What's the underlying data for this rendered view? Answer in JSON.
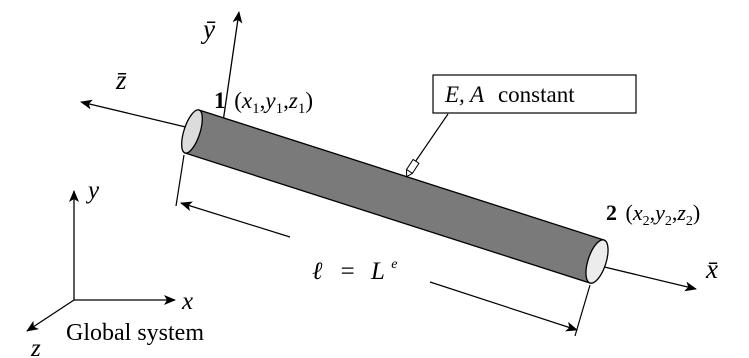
{
  "local_axes": {
    "x_bar": "x̄",
    "y_bar": "ȳ",
    "z_bar": "z̄"
  },
  "node1": {
    "number": "1",
    "coord_x": "x",
    "coord_x_sub": "1",
    "coord_y": "y",
    "coord_y_sub": "1",
    "coord_z": "z",
    "coord_z_sub": "1"
  },
  "node2": {
    "number": "2",
    "coord_x": "x",
    "coord_x_sub": "2",
    "coord_y": "y",
    "coord_y_sub": "2",
    "coord_z": "z",
    "coord_z_sub": "2"
  },
  "property_label": {
    "symbols": "E, A",
    "word": "constant"
  },
  "length_label": {
    "ell": "ℓ",
    "equals": "=",
    "L": "L",
    "superscript": "e"
  },
  "global_axes": {
    "x": "x",
    "y": "y",
    "z": "z",
    "caption": "Global system"
  }
}
